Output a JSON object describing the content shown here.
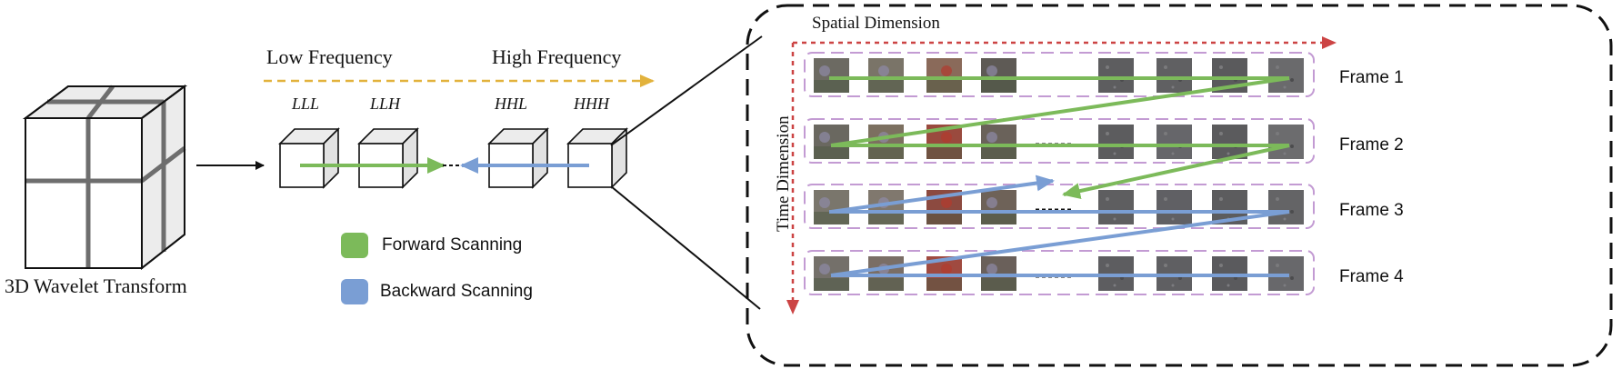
{
  "left": {
    "caption": "3D Wavelet Transform"
  },
  "middle": {
    "low_frequency": "Low Frequency",
    "high_frequency": "High Frequency",
    "subbands": [
      "LLL",
      "LLH",
      "HHL",
      "HHH"
    ]
  },
  "legend": {
    "forward": "Forward Scanning",
    "backward": "Backward Scanning"
  },
  "panel": {
    "spatial_dimension": "Spatial Dimension",
    "time_dimension": "Time Dimension",
    "frames": [
      "Frame 1",
      "Frame 2",
      "Frame 3",
      "Frame 4"
    ]
  },
  "colors": {
    "forward": "#7cba5a",
    "backward": "#7a9ed4",
    "frequency_arrow": "#e2b23c",
    "dimension_arrow": "#cc4444",
    "frame_border": "#c39bd3",
    "cube_line": "#6e6e6e"
  }
}
